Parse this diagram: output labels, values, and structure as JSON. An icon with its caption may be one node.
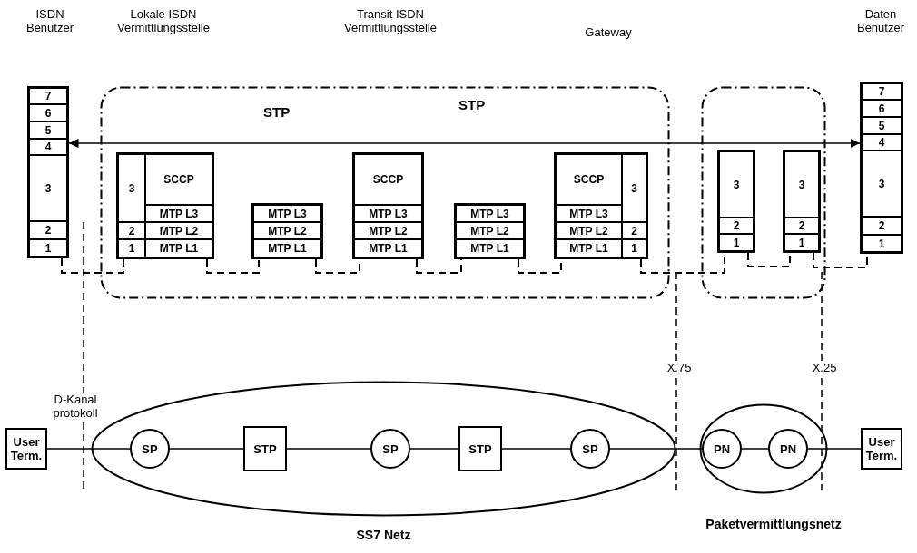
{
  "diagram": {
    "nodes": [
      {
        "text": [
          "STP",
          "STP"
        ]
      },
      {
        "text": [],
        "shape": "box"
      },
      {
        "text": [
          "7",
          "6",
          "5",
          "4",
          "3",
          "2",
          "1"
        ]
      },
      {
        "text": [
          "3",
          "SCCP",
          "MTP L3",
          "2",
          "MTP L2",
          "1",
          "MTP L1"
        ],
        "in": 0
      },
      {
        "text": [
          "MTP L3",
          "MTP L2",
          "MTP L1"
        ],
        "in": 0
      },
      {
        "text": [
          "SCCP",
          "MTP L3",
          "MTP L2",
          "MTP L1"
        ],
        "in": 0
      },
      {
        "text": [
          "MTP L3",
          "MTP L2",
          "MTP L1"
        ],
        "in": 0
      },
      {
        "text": [
          "SCCP",
          "3",
          "MTP L3",
          "MTP L2",
          "2",
          "MTP L1",
          "1"
        ],
        "in": 0
      },
      {
        "text": [
          "3",
          "2",
          "1"
        ],
        "in": 1
      },
      {
        "text": [
          "3",
          "2",
          "1"
        ],
        "in": 1
      },
      {
        "text": [
          "7",
          "6",
          "5",
          "4",
          "3",
          "2",
          "1"
        ]
      },
      {
        "text": [
          "SS7 Netz"
        ]
      },
      {
        "text": [
          "Paketvermittlungsnetz"
        ]
      },
      {
        "text": [
          "User Term."
        ]
      },
      {
        "text": [
          "SP"
        ],
        "in": 11
      },
      {
        "text": [
          "STP"
        ],
        "in": 11
      },
      {
        "text": [
          "SP"
        ],
        "in": 11
      },
      {
        "text": [
          "STP"
        ],
        "in": 11
      },
      {
        "text": [
          "SP"
        ],
        "in": 11
      },
      {
        "text": [
          "PN"
        ],
        "in": 12
      },
      {
        "text": [
          "PN"
        ],
        "in": 12
      },
      {
        "text": [
          "User Term."
        ]
      }
    ],
    "edges": [
      {
        "from": 2,
        "to": 10,
        "arrow": "both"
      },
      {
        "from": 2,
        "to": 3,
        "arrow": "none",
        "style": "dashed"
      },
      {
        "from": 3,
        "to": 4,
        "arrow": "none",
        "style": "dashed"
      },
      {
        "from": 4,
        "to": 5,
        "arrow": "none",
        "style": "dashed"
      },
      {
        "from": 5,
        "to": 6,
        "arrow": "none",
        "style": "dashed"
      },
      {
        "from": 6,
        "to": 7,
        "arrow": "none",
        "style": "dashed"
      },
      {
        "from": 7,
        "to": 8,
        "arrow": "none",
        "style": "dashed"
      },
      {
        "from": 8,
        "to": 9,
        "arrow": "none",
        "style": "dashed"
      },
      {
        "from": 9,
        "to": 10,
        "arrow": "none",
        "style": "dashed"
      },
      {
        "from": 13,
        "to": 14,
        "arrow": "none"
      },
      {
        "from": 14,
        "to": 15,
        "arrow": "none"
      },
      {
        "from": 15,
        "to": 16,
        "arrow": "none"
      },
      {
        "from": 16,
        "to": 17,
        "arrow": "none"
      },
      {
        "from": 17,
        "to": 18,
        "arrow": "none"
      },
      {
        "from": 18,
        "to": 19,
        "arrow": "none"
      },
      {
        "from": 19,
        "to": 20,
        "arrow": "none"
      },
      {
        "from": 20,
        "to": 21,
        "arrow": "none"
      }
    ],
    "labels": [
      "ISDN Benutzer",
      "Lokale ISDN Vermittlungsstelle",
      "Transit ISDN Vermittlungsstelle",
      "Gateway",
      "Daten Benutzer",
      "D-Kanal protokoll",
      "X.75",
      "X.25"
    ]
  }
}
